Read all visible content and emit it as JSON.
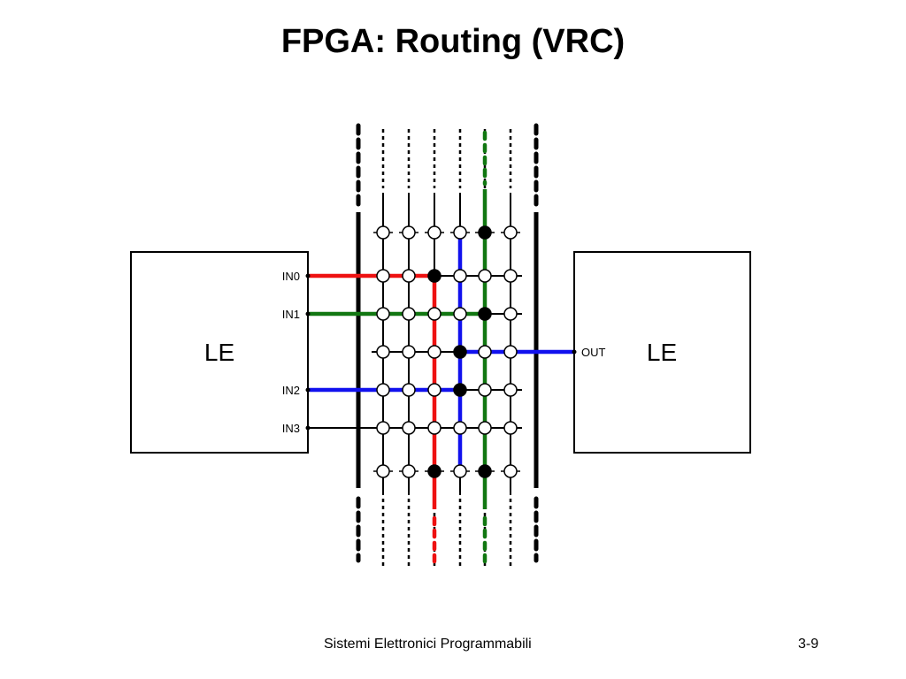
{
  "slide": {
    "title": "FPGA: Routing (VRC)",
    "footer": "Sistemi Elettronici Programmabili",
    "page": "3-9"
  },
  "diagram": {
    "left_block": {
      "label": "LE",
      "pins": [
        "IN0",
        "IN1",
        "IN2",
        "IN3"
      ]
    },
    "right_block": {
      "label": "LE",
      "pins": [
        "OUT"
      ]
    },
    "colors": {
      "wire": "#000000",
      "route_in0": "#ee1111",
      "route_in1": "#117711",
      "route_out": "#1111ee",
      "switch_on": "#000000",
      "switch_off": "#ffffff"
    },
    "nets": [
      {
        "color": "red",
        "from": "IN0",
        "note": "vertical track 3"
      },
      {
        "color": "green",
        "from": "IN1",
        "note": "vertical track 5"
      },
      {
        "color": "blue",
        "from": "IN2",
        "to": "OUT",
        "note": "vertical track 4"
      }
    ]
  }
}
